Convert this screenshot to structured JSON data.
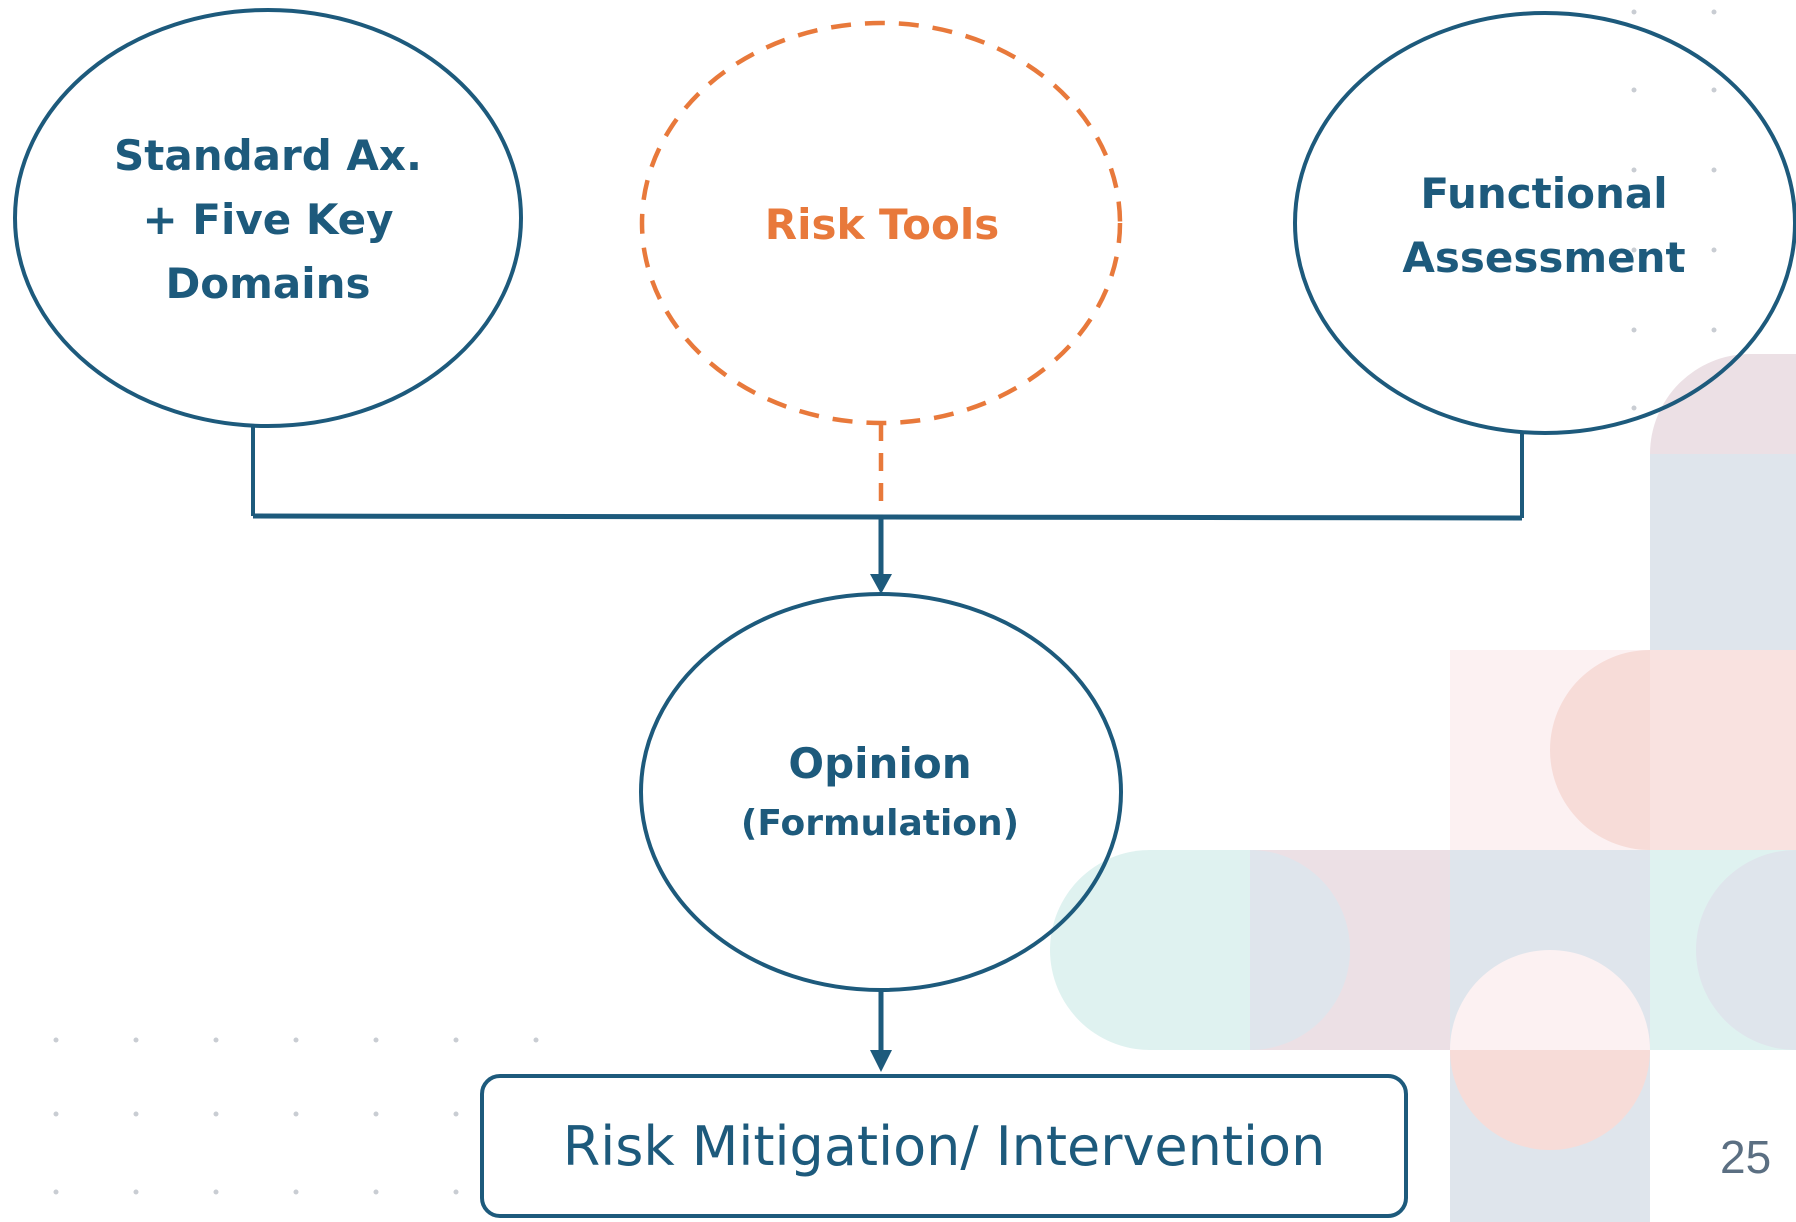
{
  "nodes": {
    "standard": {
      "lines": [
        "Standard Ax.",
        "+ Five Key",
        "Domains"
      ]
    },
    "risk_tools": {
      "label": "Risk Tools"
    },
    "functional": {
      "lines": [
        "Functional",
        "Assessment"
      ]
    },
    "opinion": {
      "title": "Opinion",
      "subtitle": "(Formulation)"
    },
    "mitigation": {
      "label": "Risk Mitigation/ Intervention"
    }
  },
  "page_number": "25",
  "colors": {
    "primary": "#1d5a7c",
    "accent": "#e8793b",
    "deco_pink": "#f7dcd8",
    "deco_grey": "#dfe5ec",
    "deco_teal": "#dff2f0",
    "deco_rose": "#ece0e5"
  }
}
